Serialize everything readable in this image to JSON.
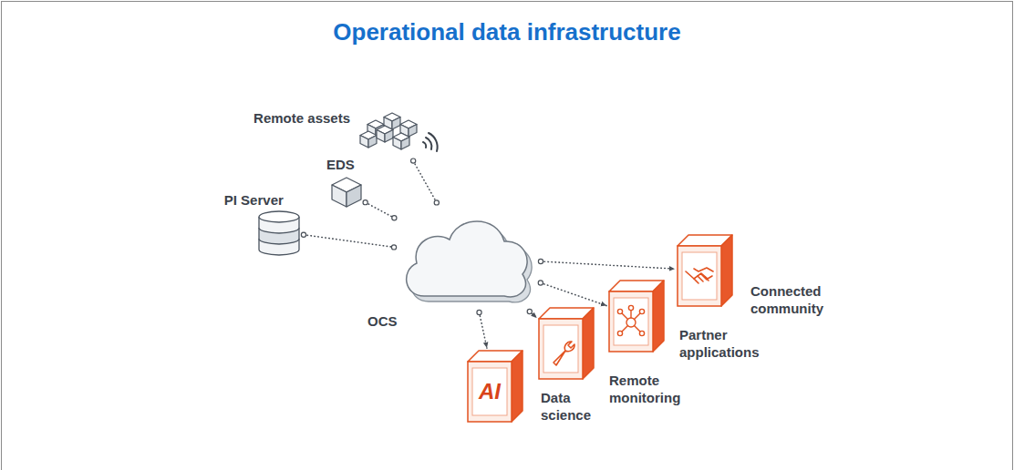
{
  "diagram": {
    "title": "Operational data infrastructure",
    "nodes": [
      {
        "text": [
          "Remote assets"
        ]
      },
      {
        "text": [
          "EDS"
        ]
      },
      {
        "text": [
          "PI Server"
        ]
      },
      {
        "text": [
          "OCS"
        ]
      },
      {
        "text": [
          "AI",
          "Data science"
        ]
      },
      {
        "text": [
          "Remote monitoring"
        ]
      },
      {
        "text": [
          "Partner applications"
        ]
      },
      {
        "text": [
          "Connected community"
        ]
      }
    ],
    "edges": [
      {
        "from": 0,
        "to": 3,
        "arrow": "none"
      },
      {
        "from": 1,
        "to": 3,
        "arrow": "none"
      },
      {
        "from": 2,
        "to": 3,
        "arrow": "none"
      },
      {
        "from": 3,
        "to": 4,
        "arrow": "to"
      },
      {
        "from": 3,
        "to": 5,
        "arrow": "to"
      },
      {
        "from": 3,
        "to": 6,
        "arrow": "to"
      },
      {
        "from": 3,
        "to": 7,
        "arrow": "to"
      }
    ]
  }
}
